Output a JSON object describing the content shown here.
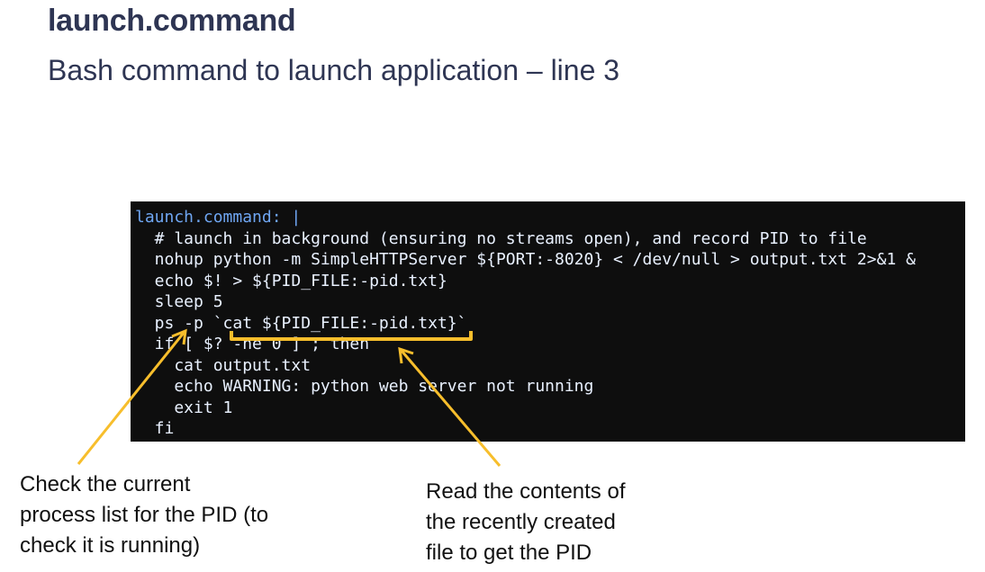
{
  "slide": {
    "title": "launch.command",
    "subtitle": "Bash command to launch application – line 3"
  },
  "code": {
    "key": "launch.command",
    "key_suffix": ": |",
    "lines": [
      "  # launch in background (ensuring no streams open), and record PID to file",
      "  nohup python -m SimpleHTTPServer ${PORT:-8020} < /dev/null > output.txt 2>&1 &",
      "  echo $! > ${PID_FILE:-pid.txt}",
      "  sleep 5",
      "  ps -p `cat ${PID_FILE:-pid.txt}`",
      "  if [ $? -ne 0 ] ; then",
      "    cat output.txt",
      "    echo WARNING: python web server not running",
      "    exit 1",
      "  fi"
    ]
  },
  "annotations": {
    "left": {
      "lines": [
        "Check the current",
        "process list for the PID (to",
        "check it is running)"
      ]
    },
    "right": {
      "lines": [
        "Read the contents of",
        "the recently created",
        "file to get the PID"
      ]
    }
  },
  "colors": {
    "title": "#2e3553",
    "code_background": "#0e0e0e",
    "code_text": "#e9f1ff",
    "code_key": "#6fa6f2",
    "annotation_accent": "#f7be2c"
  }
}
